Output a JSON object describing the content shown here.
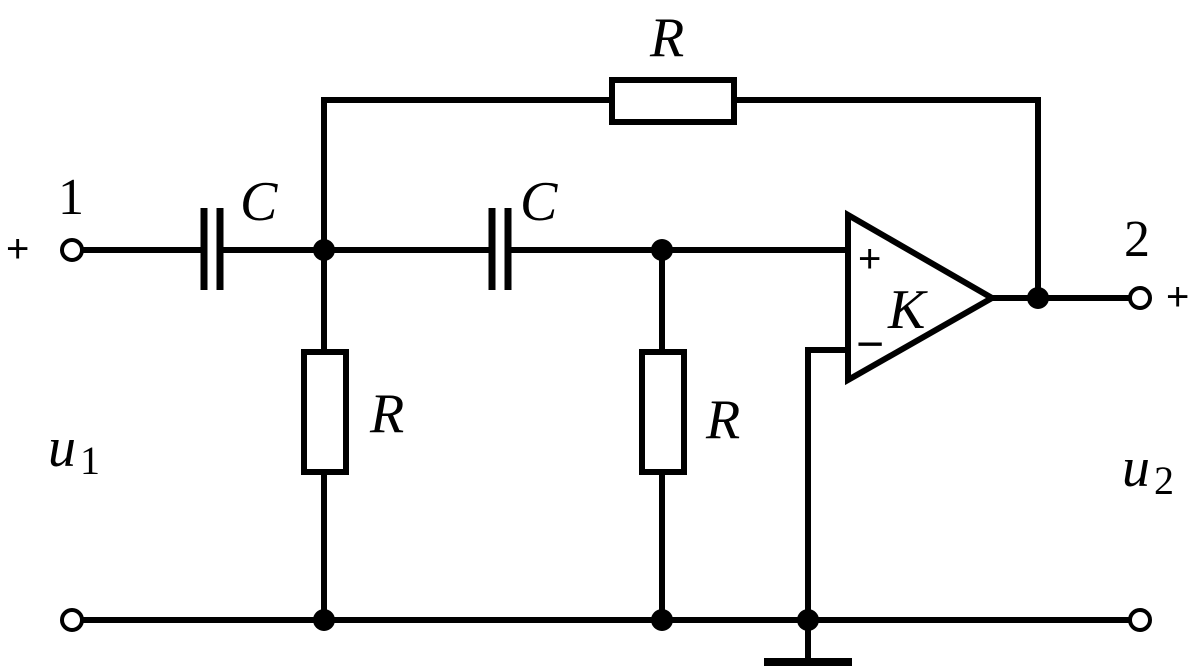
{
  "diagram": {
    "terminals": {
      "input": {
        "number": "1",
        "sign": "+"
      },
      "output": {
        "number": "2",
        "sign": "+"
      }
    },
    "voltages": {
      "input": {
        "symbol": "u",
        "subscript": "1"
      },
      "output": {
        "symbol": "u",
        "subscript": "2"
      }
    },
    "components": {
      "feedback_resistor": "R",
      "capacitor_1": "C",
      "capacitor_2": "C",
      "resistor_1": "R",
      "resistor_2": "R"
    },
    "amplifier": {
      "gain": "K",
      "plus_input": "+",
      "minus_input": "−"
    }
  }
}
